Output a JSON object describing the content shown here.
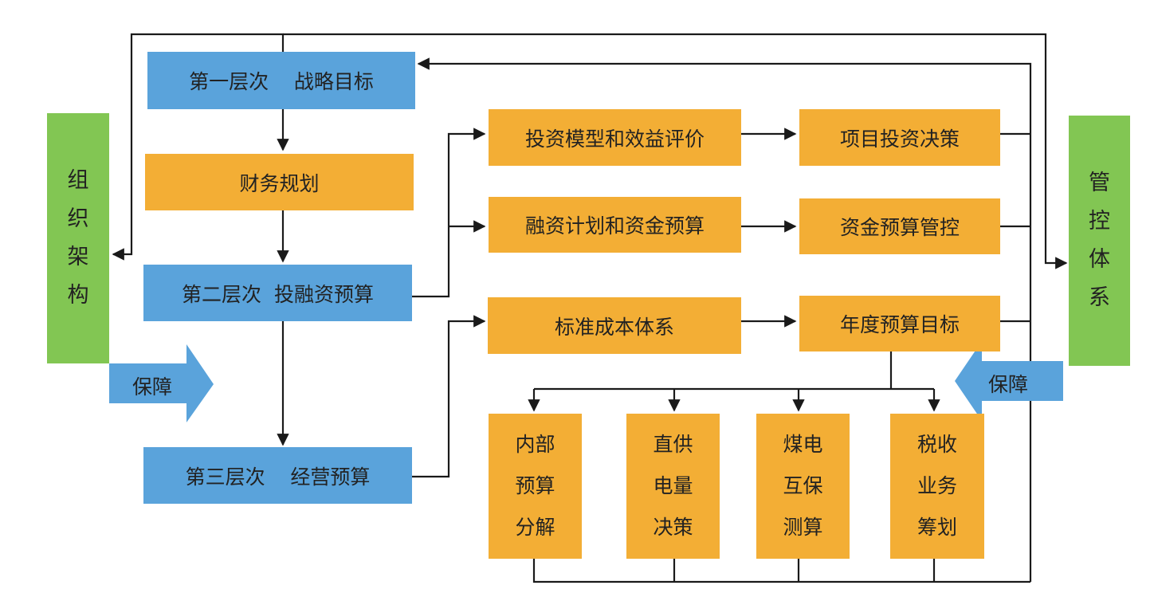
{
  "colors": {
    "blue": "#5AA3DB",
    "orange": "#F3AE35",
    "green": "#82C653",
    "line": "#1a1a1a"
  },
  "left_panel": {
    "chars": [
      "组",
      "织",
      "架",
      "构"
    ]
  },
  "right_panel": {
    "chars": [
      "管",
      "控",
      "体",
      "系"
    ]
  },
  "left_arrow_label": "保障",
  "right_arrow_label": "保障",
  "levels": {
    "level1": "第一层次    战略目标",
    "finance_plan": "财务规划",
    "level2": "第二层次  投融资预算",
    "level3": "第三层次    经营预算"
  },
  "middle": {
    "investment_model": "投资模型和效益评价",
    "financing_plan": "融资计划和资金预算",
    "standard_cost": "标准成本体系"
  },
  "right": {
    "project_decision": "项目投资决策",
    "fund_control": "资金预算管控",
    "annual_target": "年度预算目标"
  },
  "bottom": [
    {
      "lines": [
        "内部",
        "预算",
        "分解"
      ]
    },
    {
      "lines": [
        "直供",
        "电量",
        "决策"
      ]
    },
    {
      "lines": [
        "煤电",
        "互保",
        "测算"
      ]
    },
    {
      "lines": [
        "税收",
        "业务",
        "筹划"
      ]
    }
  ]
}
